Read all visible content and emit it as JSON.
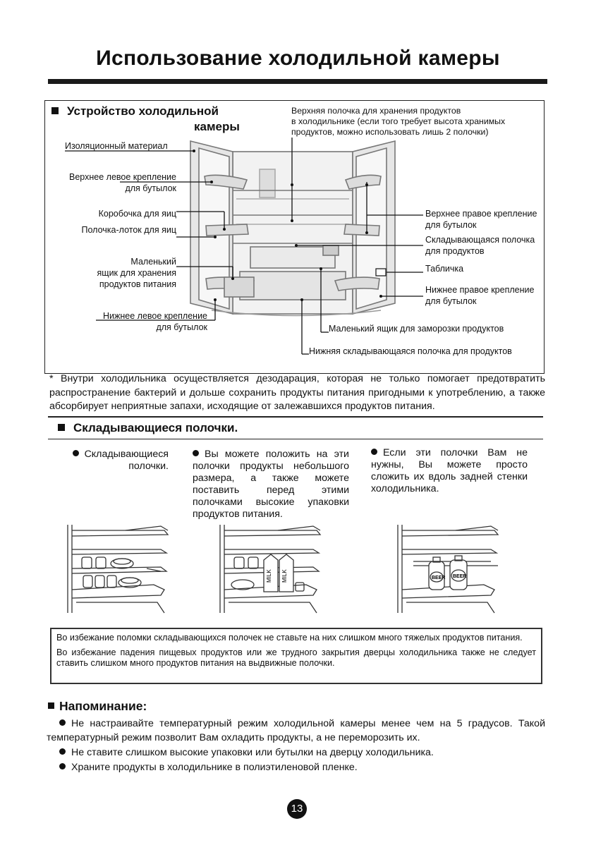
{
  "page": {
    "title": "Использование холодильной камеры",
    "page_number": "13"
  },
  "structure": {
    "heading_line1": "Устройство холодильной",
    "heading_line2": "камеры",
    "top_note": [
      "Верхняя полочка для хранения продуктов",
      "в холодильнике (если того требует  высота хранимых",
      "продуктов, можно использовать лишь 2 полочки)"
    ],
    "labels": {
      "insulation": "Изоляционный материал",
      "upper_left_1": "Верхнее левое крепление",
      "upper_left_2": "для бутылок",
      "egg_box": "Коробочка для яиц",
      "egg_tray": "Полочка-лоток для яиц",
      "small_drawer_1": "Маленький",
      "small_drawer_2": "ящик для хранения",
      "small_drawer_3": "продуктов питания",
      "lower_left_1": "Нижнее левое крепление",
      "lower_left_2": "для бутылок",
      "upper_right_1": "Верхнее правое крепление",
      "upper_right_2": "для бутылок",
      "folding_shelf_1": "Складывающаяся полочка",
      "folding_shelf_2": "для продуктов",
      "plate": "Табличка",
      "lower_right_1": "Нижнее правое крепление",
      "lower_right_2": "для бутылок",
      "freeze_drawer": "Маленький ящик для заморозки продуктов",
      "lower_folding": "Нижняя складывающаяся полочка для продуктов"
    },
    "deodor_note": "*    Внутри холодильника осуществляется дезодарация, которая не только помогает предотвратить распространение бактерий и дольше сохранить продукты питания пригодными к употреблению, а также абсорбирует неприятные запахи, исходящие от залежавшихся продуктов питания."
  },
  "folding": {
    "heading": "Складывающиеся полочки.",
    "col1": "Складывающиеся полочки.",
    "col2": "Вы можете положить на эти полочки продукты небольшого размера, а также можете поставить перед этими полочками высокие упаковки продуктов питания.",
    "col3": "Если эти полочки Вам не нужны, Вы можете просто сложить их вдоль задней стенки холодильника.",
    "milk_label": "MILK",
    "beer_label": "BEER",
    "warning1": "Во избежание поломки складывающихся полочек не ставьте на них слишком много тяжелых продуктов питания.",
    "warning2": "Во избежание падения пищевых продуктов или же трудного закрытия дверцы холодильника также не следует ставить слишком много продуктов питания на выдвижные полочки."
  },
  "reminder": {
    "heading": "Напоминание:",
    "item1": "Не настраивайте температурный режим холодильной камеры менее чем на 5 градусов. Такой температурный режим позволит Вам охладить продукты,  а не переморозить их.",
    "item2": "Не ставите слишком высокие упаковки или бутылки на дверцу холодильника.",
    "item3": "Храните продукты в холодильнике в полиэтиленовой пленке."
  }
}
